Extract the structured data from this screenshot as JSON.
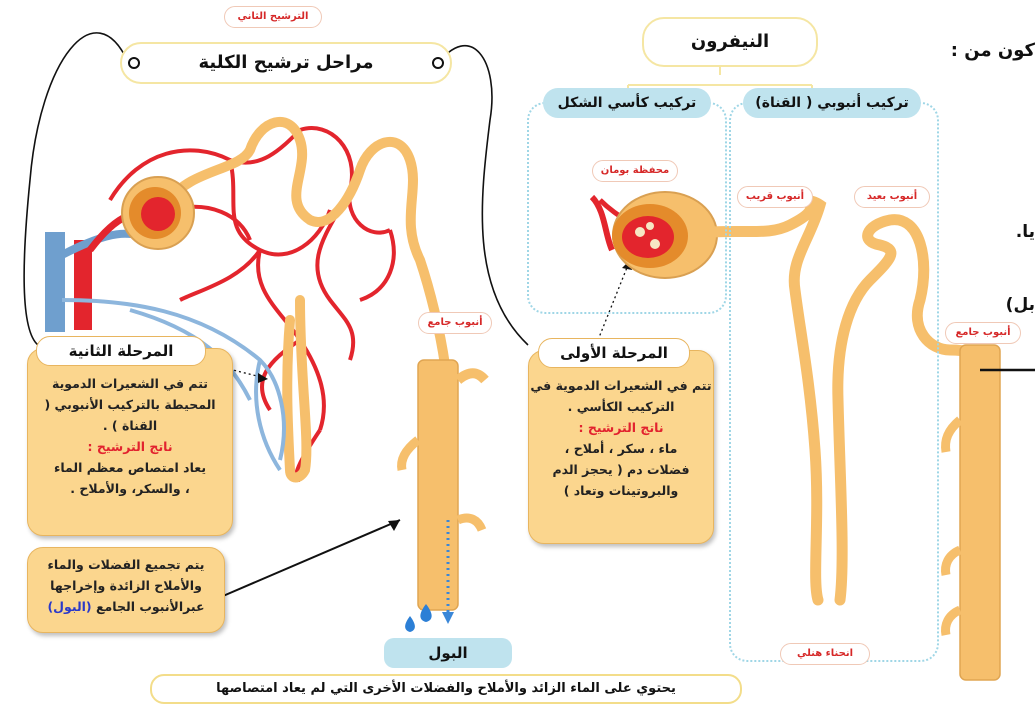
{
  "nephron_title": "النيفرون",
  "cut_text": {
    "top": "كون من :",
    "mid1": "يا.",
    "mid2": "بل)"
  },
  "stage2_tag": "الترشيح الثاني",
  "stages_title": "مراحل ترشيح الكلية",
  "structures": {
    "tubular": "تركيب أنبوبي ( القناة)",
    "cup": "تركيب كأسي الشكل"
  },
  "labels": {
    "bowman": "محفظة بومان",
    "distal": "أنبوب بعيد",
    "proximal": "أنبوب قريب",
    "collecting_right": "أنبوب جامع",
    "collecting_left": "أنبوب جامع",
    "henle": "انحناء هنلي"
  },
  "stage1": {
    "title": "المرحلة الأولى",
    "line1": "تتم في الشعيرات الدموية في",
    "line2": "التركيب الكأسي .",
    "product_label": "ناتج الترشيح :",
    "line3": "ماء ، سكر ، أملاح ،",
    "line4": "فضلات دم ( يحجز الدم",
    "line5": "والبروتينات وتعاد )"
  },
  "stage2": {
    "title": "المرحلة الثانية",
    "line1": "تتم في الشعيرات الدموية",
    "line2": "المحيطة بالتركيب الأنبوبي (",
    "line3": "القناة ) .",
    "product_label": "ناتج الترشيح :",
    "line4": "يعاد امتصاص معظم الماء",
    "line5": "، والسكر، والأملاح ."
  },
  "collect_box": {
    "line1": "يتم تجميع الفضلات والماء",
    "line2": "والأملاح الزائدة وإخراجها",
    "line3": "عبرالأنبوب الجامع",
    "urine_word": "(البول)"
  },
  "urine_header": "البول",
  "urine_desc": "يحتوي على الماء الزائد والأملاح والفضلات الأخرى التي لم يعاد امتصاصها",
  "colors": {
    "artery": "#e3252d",
    "vein": "#6f9fce",
    "tubule": "#f6bf6c",
    "box_fill": "#fbd68e",
    "header_fill": "#bfe3ee"
  }
}
